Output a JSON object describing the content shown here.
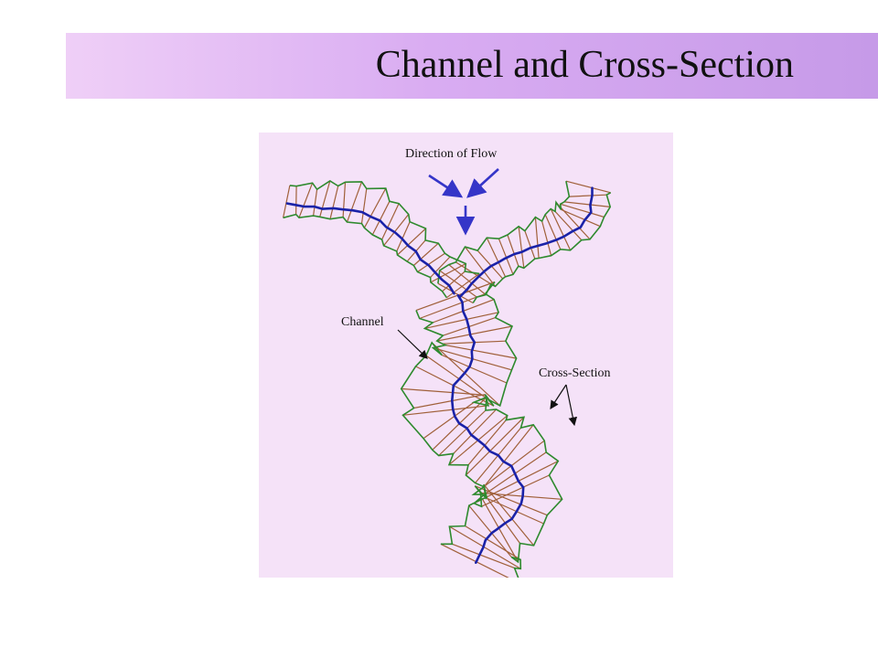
{
  "slide": {
    "title": "Channel and Cross-Section"
  },
  "diagram": {
    "labels": {
      "direction_of_flow": "Direction of Flow",
      "channel": "Channel",
      "cross_section": "Cross-Section"
    },
    "colors": {
      "background": "#f5e2f8",
      "channel_line": "#1a22a8",
      "bank_line": "#2e8a2e",
      "cross_section_lines": "#a0603a",
      "flow_arrows": "#3535c8",
      "label_arrows": "#111111"
    }
  }
}
